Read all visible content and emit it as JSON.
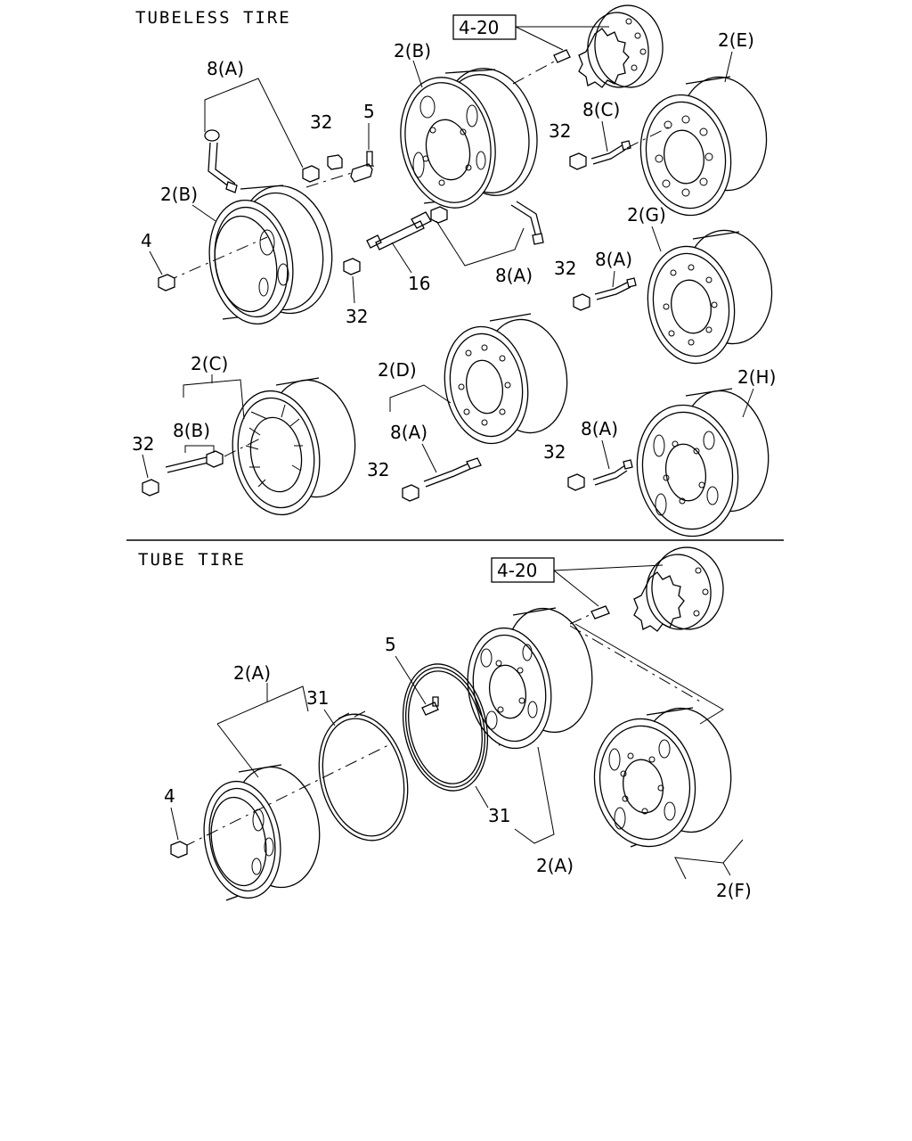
{
  "sections": {
    "tubeless": "TUBELESS TIRE",
    "tube": "TUBE TIRE"
  },
  "refs": {
    "hub_top": "4-20",
    "hub_bottom": "4-20"
  },
  "labels": {
    "wheel_2b_top": "2(B)",
    "wheel_2b_left": "2(B)",
    "wheel_2e": "2(E)",
    "wheel_2g": "2(G)",
    "wheel_2c": "2(C)",
    "wheel_2d": "2(D)",
    "wheel_2h": "2(H)",
    "wheel_2a_left": "2(A)",
    "wheel_2a_right": "2(A)",
    "wheel_2f": "2(F)",
    "ext_8a_top": "8(A)",
    "ext_8a_mid": "8(A)",
    "ext_8c": "8(C)",
    "ext_8a_g": "8(A)",
    "ext_8b": "8(B)",
    "ext_8a_d": "8(A)",
    "ext_8a_h": "8(A)",
    "cap_32_top": "32",
    "cap_32_mid": "32",
    "cap_32_e": "32",
    "cap_32_g": "32",
    "cap_32_c": "32",
    "cap_32_d": "32",
    "cap_32_h": "32",
    "valve_5_top": "5",
    "valve_5_bottom": "5",
    "nut_4_top": "4",
    "nut_4_bottom": "4",
    "part_16": "16",
    "flap_31_top": "31",
    "flap_31_bottom": "31"
  }
}
